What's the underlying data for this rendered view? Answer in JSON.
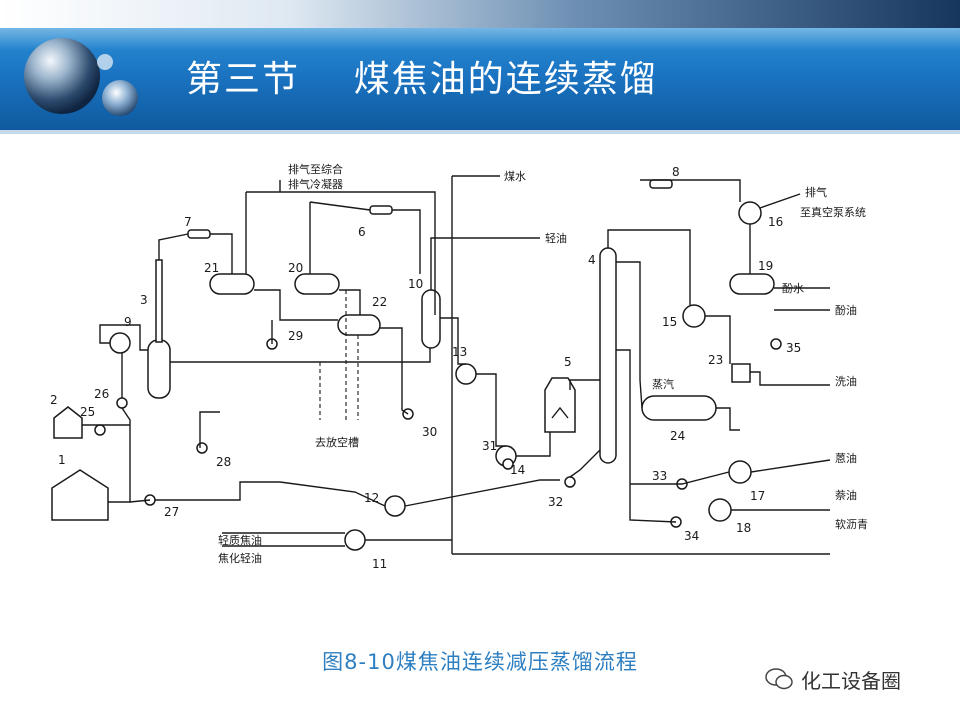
{
  "slide": {
    "title": "第三节    煤焦油的连续蒸馏",
    "caption": "图8-10煤焦油连续减压蒸馏流程",
    "watermark": "化工设备圈"
  },
  "diagram": {
    "streams": {
      "vent_to_condensing": "排气至综合",
      "vent_to_condensing_2": "排气冷凝器",
      "coal_water": "煤水",
      "light_oil": "轻油",
      "vent": "排气",
      "to_vacuum": "至真空泵系统",
      "phenol_water": "酚水",
      "phenol_oil": "酚油",
      "wash_oil": "洗油",
      "steam": "蒸汽",
      "to_tank": "去放空槽",
      "anthracene_oil": "蒽油",
      "naphthalene_oil": "萘油",
      "soft_pitch": "软沥青",
      "feed_1": "轻质焦油",
      "feed_2": "焦化轻油"
    },
    "equipment_numbers": [
      "1",
      "2",
      "3",
      "4",
      "5",
      "6",
      "7",
      "8",
      "9",
      "10",
      "11",
      "12",
      "13",
      "14",
      "15",
      "16",
      "17",
      "18",
      "19",
      "20",
      "21",
      "22",
      "23",
      "24",
      "25",
      "26",
      "27",
      "28",
      "29",
      "30",
      "31",
      "32",
      "33",
      "34",
      "35"
    ]
  }
}
